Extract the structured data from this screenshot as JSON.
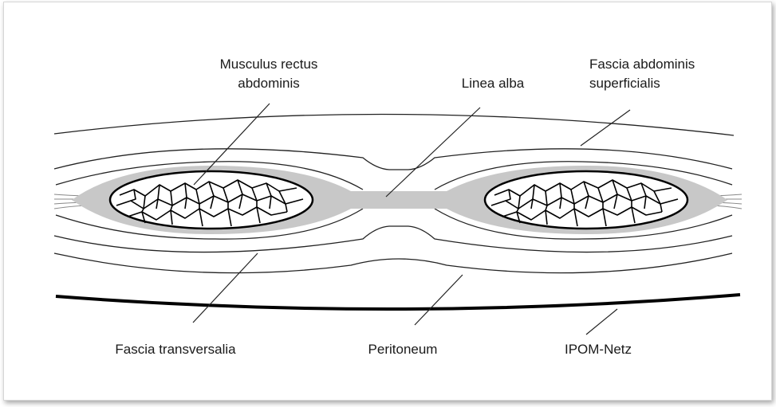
{
  "colors": {
    "background": "#ffffff",
    "line": "#1a1a1a",
    "muscle_sheath": "#c8c8c8",
    "muscle_fill": "#ffffff",
    "mesh": "#000000"
  },
  "labels": {
    "rectus_line1": "Musculus rectus",
    "rectus_line2": "abdominis",
    "linea_alba": "Linea alba",
    "fascia_superficialis_line1": "Fascia abdominis",
    "fascia_superficialis_line2": "superficialis",
    "fascia_transversalia": "Fascia transversalia",
    "peritoneum": "Peritoneum",
    "ipom": "IPOM-Netz"
  }
}
